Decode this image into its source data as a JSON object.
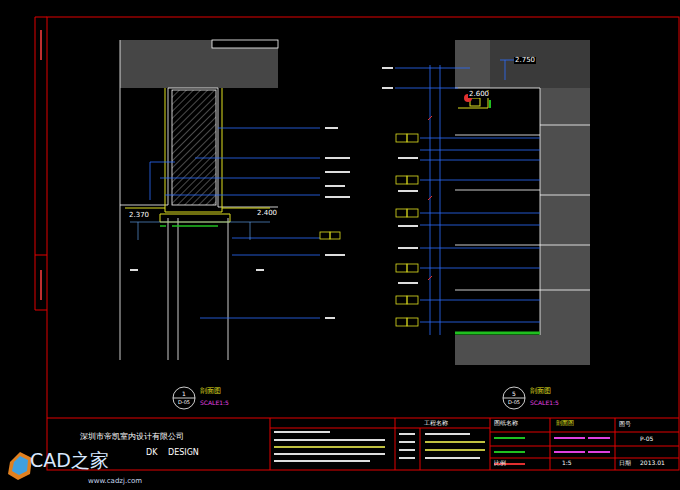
{
  "diagram": {
    "nodes": [
      {
        "text": [
          "1",
          "D-05",
          "剖面图",
          "SCALE1:5"
        ]
      },
      {
        "text": [
          "5",
          "D-05",
          "剖面图",
          "SCALE1:5"
        ]
      }
    ],
    "labels": [
      "2.370",
      "2.400",
      "2.750",
      "2.600",
      "深圳市帝凯室内设计有限公司",
      "DK",
      "DESIGN",
      "工程名称",
      "图纸名称",
      "剖面图",
      "图号",
      "P-05",
      "比例",
      "1:5",
      "日期",
      "2013.01",
      "CAD之家",
      "www.cadzj.com"
    ]
  }
}
